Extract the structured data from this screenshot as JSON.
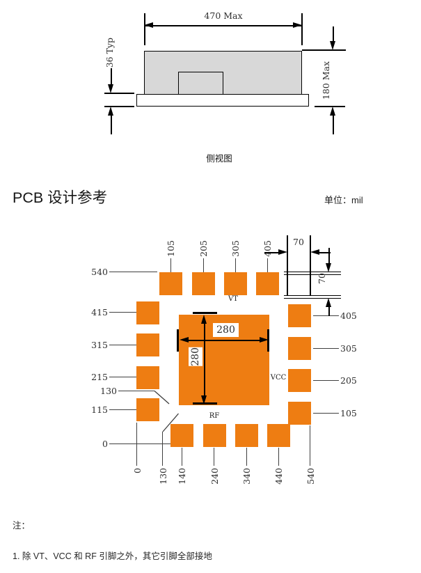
{
  "side_view": {
    "caption": "侧视图",
    "width_dim": "470 Max",
    "base_thickness_dim": "36 Typ",
    "height_dim": "180 Max"
  },
  "pcb": {
    "title": "PCB 设计参考",
    "unit": "单位：mil",
    "pad_width_dim": "70",
    "pad_height_dim": "70",
    "center_pad_width_dim": "280",
    "center_pad_height_dim": "280",
    "pin_labels": {
      "vt": "VT",
      "vcc": "VCC",
      "rf": "RF"
    },
    "coords": {
      "top": [
        "105",
        "205",
        "305",
        "405"
      ],
      "left": [
        "540",
        "415",
        "315",
        "215",
        "130",
        "115",
        "0"
      ],
      "right": [
        "405",
        "305",
        "205",
        "105"
      ],
      "bottom": [
        "0",
        "130",
        "140",
        "240",
        "340",
        "440",
        "540"
      ]
    }
  },
  "notes": {
    "heading": "注：",
    "items": [
      "1. 除 VT、VCC 和 RF 引脚之外，其它引脚全部接地"
    ]
  },
  "colors": {
    "pad_orange": "#EE7D12",
    "body_gray": "#D8D8D8"
  }
}
